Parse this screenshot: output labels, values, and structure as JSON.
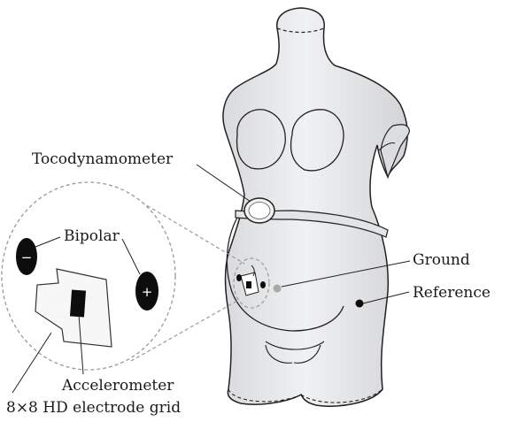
{
  "labels": {
    "tocodynamometer": "Tocodynamometer",
    "bipolar": "Bipolar",
    "ground": "Ground",
    "reference": "Reference",
    "accelerometer": "Accelerometer",
    "electrode_grid": "8×8 HD electrode grid",
    "minus_sign": "−",
    "plus_sign": "+"
  },
  "colors": {
    "torso_fill": "#e8e9eb",
    "torso_outline": "#222222",
    "electrode": "#0d0d0d",
    "ground_electrode": "#a8a8a8",
    "zoom_outline": "#9a9a9a"
  }
}
